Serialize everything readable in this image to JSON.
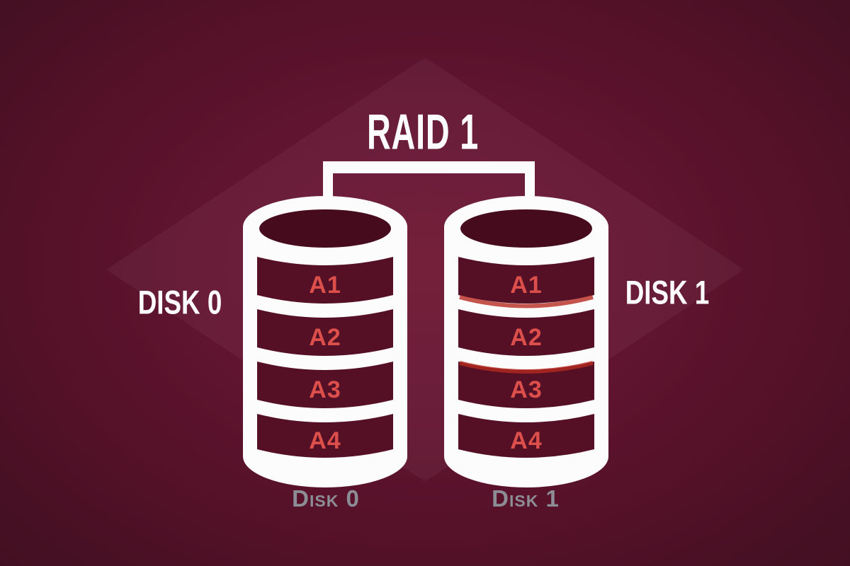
{
  "title": "RAID 1",
  "left_disk": {
    "side_label": "DISK 0",
    "bottom_label": "Disk 0",
    "segments": [
      "A1",
      "A2",
      "A3",
      "A4"
    ]
  },
  "right_disk": {
    "side_label": "DISK 1",
    "bottom_label": "Disk 1",
    "segments": [
      "A1",
      "A2",
      "A3",
      "A4"
    ]
  },
  "colors": {
    "background_outer": "#3c0d1f",
    "background_center": "#6e1732",
    "cylinder_white": "#fcfcfc",
    "segment_fill": "#551026",
    "segment_label_red": "#dc4f4a",
    "bottom_label_gray": "#8d8d96",
    "mirror_highlight_red": "#b5291f"
  }
}
